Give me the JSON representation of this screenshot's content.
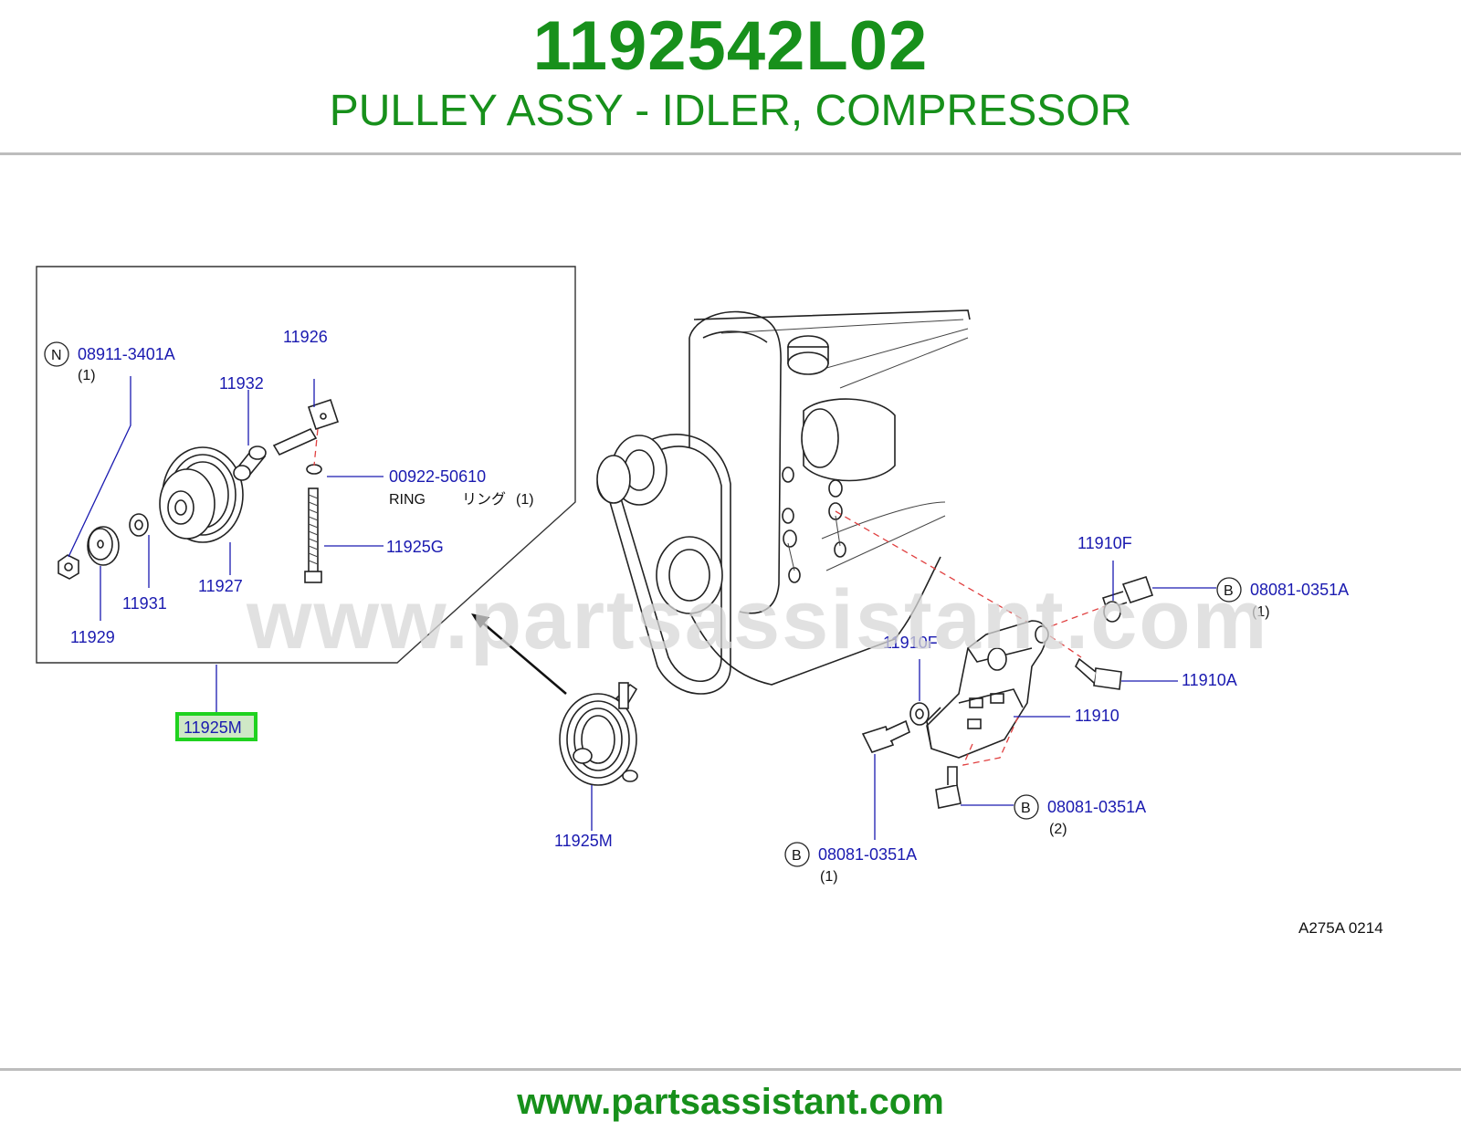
{
  "header": {
    "part_number": "1192542L02",
    "part_name": "PULLEY ASSY - IDLER, COMPRESSOR"
  },
  "footer": {
    "url": "www.partsassistant.com"
  },
  "watermark": "www.partsassistant.com",
  "highlight_color": "#1fd21f",
  "title_color": "#17901b",
  "label_color": "#1a1ab0",
  "inset": {
    "labels": {
      "nut_symbol": "N",
      "nut_part": "08911-3401A",
      "nut_qty": "(1)",
      "p11926": "11926",
      "p11932": "11932",
      "ring_part": "00922-50610",
      "ring_name": "RING",
      "ring_name_jp": "リング",
      "ring_qty": "(1)",
      "p11925g": "11925G",
      "p11927": "11927",
      "p11931": "11931",
      "p11929": "11929"
    },
    "assembly_label": "11925M"
  },
  "main": {
    "labels": {
      "p11925m": "11925M",
      "p11910f_top": "11910F",
      "bolt_symbol_1": "B",
      "bolt_part_1": "08081-0351A",
      "bolt_qty_1": "(1)",
      "p11910f_mid": "11910F",
      "p11910a": "11910A",
      "p11910": "11910",
      "bolt_symbol_2": "B",
      "bolt_part_2": "08081-0351A",
      "bolt_qty_2": "(2)",
      "bolt_symbol_3": "B",
      "bolt_part_3": "08081-0351A",
      "bolt_qty_3": "(1)"
    },
    "diagram_code": "A275A  0214"
  }
}
